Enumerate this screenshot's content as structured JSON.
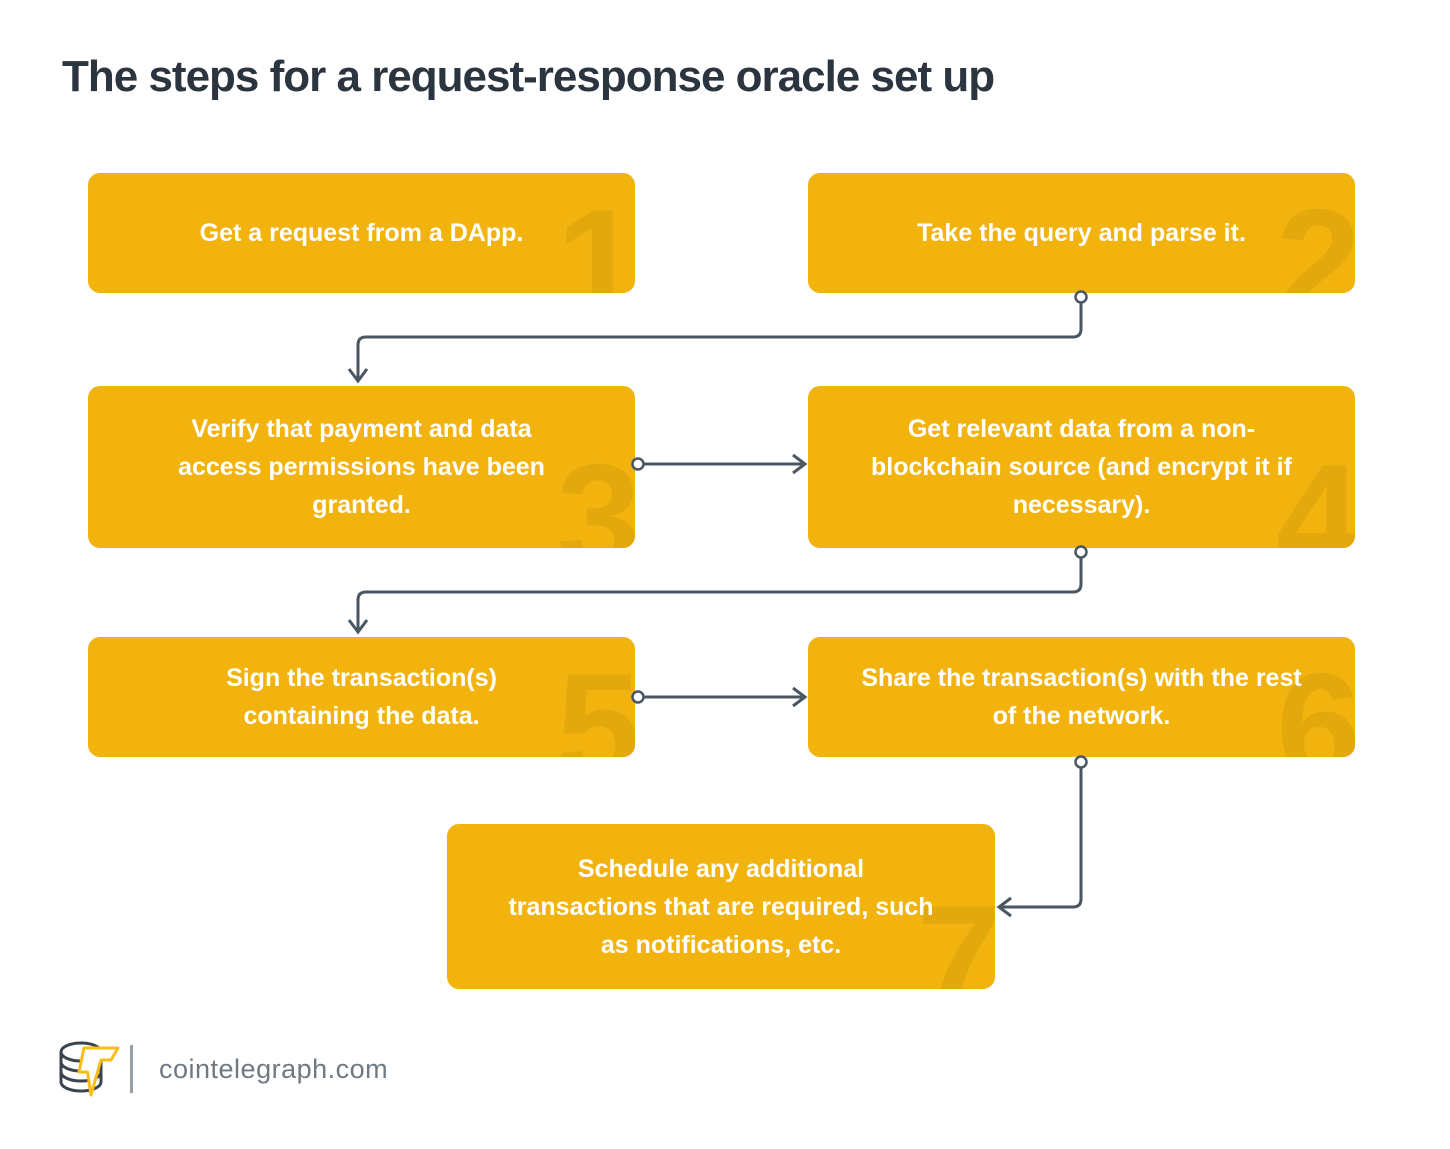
{
  "title": "The steps for a request-response oracle set up",
  "colors": {
    "box_fill": "#F2B30F",
    "number_watermark": "#E3A80C",
    "connector_line": "#4A5661",
    "title_text": "#2B3540",
    "box_text": "#FFFFFF",
    "footer_text": "#6E7983",
    "logo_bolt": "#F8BE15",
    "logo_coins": "#39444E"
  },
  "steps": [
    {
      "number": "1",
      "text": "Get a request from a DApp."
    },
    {
      "number": "2",
      "text": "Take the query and parse it."
    },
    {
      "number": "3",
      "text": "Verify that payment and data access permissions have been granted."
    },
    {
      "number": "4",
      "text": "Get relevant data from a non-blockchain source (and encrypt it if necessary)."
    },
    {
      "number": "5",
      "text": "Sign the transaction(s) containing the data."
    },
    {
      "number": "6",
      "text": "Share the transaction(s) with the rest of the network."
    },
    {
      "number": "7",
      "text": "Schedule any additional transactions that are required, such as notifications, etc."
    }
  ],
  "footer": {
    "site": "cointelegraph.com",
    "logo": "cointelegraph-logo"
  }
}
